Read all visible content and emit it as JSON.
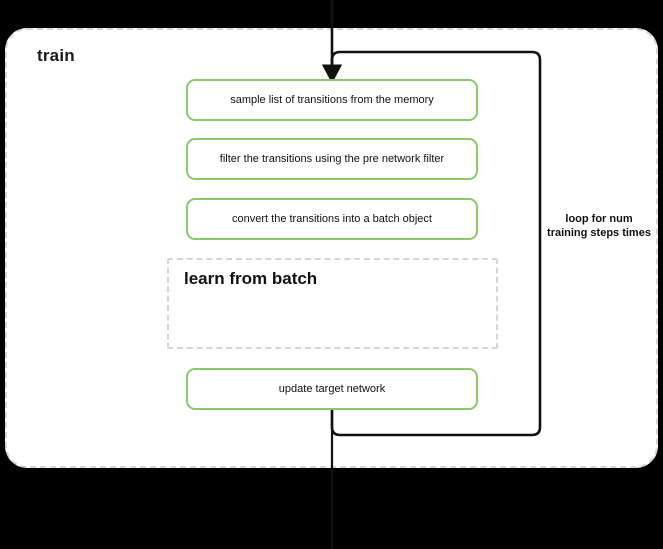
{
  "diagram": {
    "title": "train",
    "background_color": "#000000",
    "container_fill": "#ffffff",
    "container_border_color": "#d6d6d6",
    "accent_color": "#8cc76a",
    "line_color": "#111111"
  },
  "steps": [
    {
      "label": "sample list of transitions from the memory",
      "style": "green-rounded"
    },
    {
      "label": "filter the transitions using the pre network filter",
      "style": "green-rounded"
    },
    {
      "label": "convert the transitions into a batch object",
      "style": "green-rounded"
    },
    {
      "label": "update target network",
      "style": "green-rounded"
    }
  ],
  "sub_block": {
    "title": "learn from batch",
    "style": "dashed-gray"
  },
  "loop": {
    "caption": "loop for num training steps times",
    "caption_lines": [
      "loop for num",
      "training steps",
      "times"
    ]
  },
  "icons": {
    "flow_arrow": "arrow-down-icon"
  }
}
